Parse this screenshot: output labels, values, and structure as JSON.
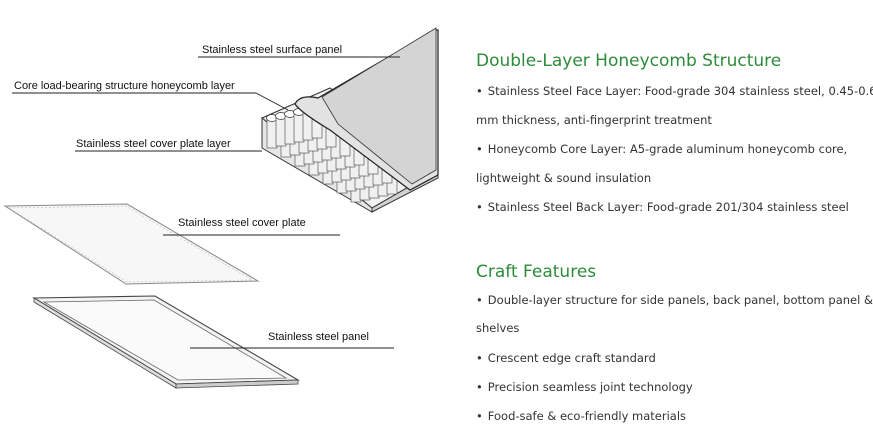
{
  "diagram": {
    "labels": {
      "surface_panel": "Stainless steel surface panel",
      "core_layer": "Core load-bearing structure honeycomb layer",
      "cover_plate_layer": "Stainless steel cover plate layer",
      "cover_plate": "Stainless steel cover plate",
      "steel_panel": "Stainless steel panel"
    }
  },
  "structure": {
    "title": "Double-Layer Honeycomb Structure",
    "bullets": [
      "Stainless Steel Face Layer: Food-grade 304 stainless steel, 0.45-0.6",
      "mm thickness, anti-fingerprint treatment",
      "Honeycomb Core Layer: A5-grade aluminum honeycomb core,",
      "lightweight & sound insulation",
      "Stainless Steel Back Layer: Food-grade 201/304 stainless steel"
    ]
  },
  "craft": {
    "title": "Craft Features",
    "bullets": [
      "Double-layer structure for side panels, back panel, bottom panel &",
      "shelves",
      "Crescent edge craft standard",
      "Precision seamless joint technology",
      "Food-safe & eco-friendly materials"
    ]
  },
  "bullet_char": "•",
  "colors": {
    "heading": "#2e8b3a",
    "body": "#333333"
  }
}
